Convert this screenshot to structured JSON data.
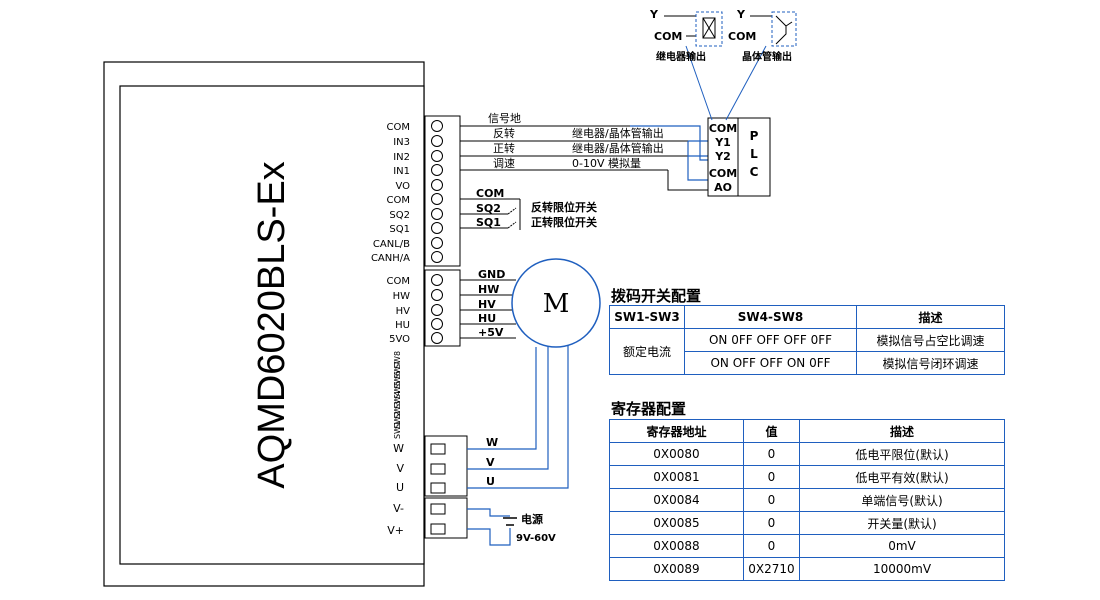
{
  "model": "AQMD6020BLS-Ex",
  "terminals_top": [
    "COM",
    "IN3",
    "IN2",
    "IN1",
    "VO",
    "COM",
    "SQ2",
    "SQ1",
    "CANL/B",
    "CANH/A"
  ],
  "terminals_hall": [
    "COM",
    "HW",
    "HV",
    "HU",
    "5VO"
  ],
  "dip_labels": [
    "SW8",
    "SW7",
    "SW6",
    "SW5",
    "SW4",
    "SW3",
    "SW2",
    "SW1"
  ],
  "terminals_motor": [
    "W",
    "V",
    "U"
  ],
  "terminals_power": [
    "V-",
    "V+"
  ],
  "signal_labels": {
    "signal_ground": "信号地",
    "reverse": "反转",
    "forward": "正转",
    "speed": "调速",
    "relay_out_1": "继电器/晶体管输出",
    "relay_out_2": "继电器/晶体管输出",
    "analog": "0-10V 模拟量"
  },
  "limit_labels": {
    "com": "COM",
    "sq2": "SQ2",
    "sq1": "SQ1",
    "sq2_desc": "反转限位开关",
    "sq1_desc": "正转限位开关"
  },
  "hall_wire_labels": [
    "GND",
    "HW",
    "HV",
    "HU",
    "+5V"
  ],
  "motor_wire_labels": [
    "W",
    "V",
    "U"
  ],
  "motor_label": "M",
  "power": {
    "label": "电源",
    "range": "9V-60V"
  },
  "plc": {
    "pins": [
      "COM",
      "Y1",
      "Y2",
      "COM",
      "AO"
    ],
    "letters": [
      "P",
      "L",
      "C"
    ]
  },
  "legend": {
    "relay": {
      "y": "Y",
      "com": "COM",
      "caption": "继电器输出"
    },
    "transistor": {
      "y": "Y",
      "com": "COM",
      "caption": "晶体管输出"
    }
  },
  "dip_table": {
    "title": "拨码开关配置",
    "headers": [
      "SW1-SW3",
      "SW4-SW8",
      "描述"
    ],
    "group_label": "额定电流",
    "rows": [
      {
        "code": "ON 0FF OFF OFF 0FF",
        "desc": "模拟信号占空比调速"
      },
      {
        "code": "ON OFF OFF ON 0FF",
        "desc": "模拟信号闭环调速"
      }
    ]
  },
  "reg_table": {
    "title": "寄存器配置",
    "headers": [
      "寄存器地址",
      "值",
      "描述"
    ],
    "rows": [
      {
        "addr": "0X0080",
        "val": "0",
        "desc": "低电平限位(默认)"
      },
      {
        "addr": "0X0081",
        "val": "0",
        "desc": "低电平有效(默认)"
      },
      {
        "addr": "0X0084",
        "val": "0",
        "desc": "单端信号(默认)"
      },
      {
        "addr": "0X0085",
        "val": "0",
        "desc": "开关量(默认)"
      },
      {
        "addr": "0X0088",
        "val": "0",
        "desc": "0mV"
      },
      {
        "addr": "0X0089",
        "val": "0X2710",
        "desc": "10000mV"
      }
    ]
  }
}
